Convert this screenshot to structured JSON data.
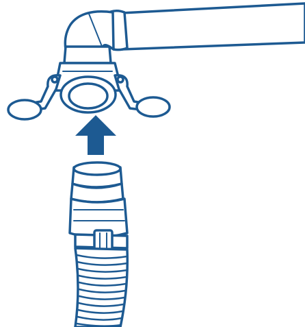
{
  "figure": {
    "parts": [
      {
        "id": "pipe",
        "icon": "horizontal-pipe-with-elbow"
      },
      {
        "id": "coupler",
        "icon": "cam-lock-female-coupler"
      },
      {
        "id": "arrow",
        "icon": "up-arrow",
        "direction": "up"
      },
      {
        "id": "hose",
        "icon": "corrugated-hose-with-male-adapter"
      }
    ],
    "colors": {
      "stroke": "#1d5a92",
      "arrow": "#1d5a92",
      "fill": "#ffffff",
      "background": "#ffffff"
    }
  }
}
